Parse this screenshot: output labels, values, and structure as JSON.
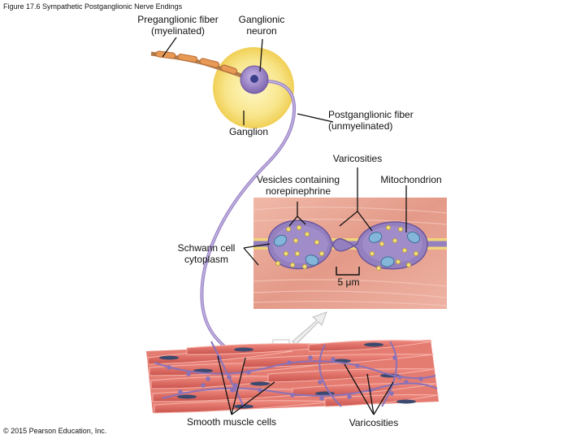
{
  "figure_title": "Figure 17.6 Sympathetic Postganglionic Nerve Endings",
  "labels": {
    "preganglionic_line1": "Preganglionic fiber",
    "preganglionic_line2": "(myelinated)",
    "ganglionic_line1": "Ganglionic",
    "ganglionic_line2": "neuron",
    "ganglion": "Ganglion",
    "postganglionic_line1": "Postganglionic fiber",
    "postganglionic_line2": "(unmyelinated)",
    "varicosities_top": "Varicosities",
    "vesicles_line1": "Vesicles containing",
    "vesicles_line2": "norepinephrine",
    "mitochondrion": "Mitochondrion",
    "schwann_line1": "Schwann cell",
    "schwann_line2": "cytoplasm",
    "scale": "5 μm",
    "smooth_muscle": "Smooth muscle cells",
    "varicosities_bottom": "Varicosities"
  },
  "copyright": "© 2015 Pearson Education, Inc.",
  "colors": {
    "ganglion_halo": "#f6e17c",
    "neuron_body": "#8d76b8",
    "axon": "#9a84c4",
    "myelin": "#e0904a",
    "tissue_background": "#e7a393",
    "varicosity_fill": "#9480bf",
    "vesicle": "#f3e07a",
    "mitochondrion": "#7fb2d6",
    "muscle": "#d9685f",
    "muscle_nucleus": "#3d4a70"
  }
}
